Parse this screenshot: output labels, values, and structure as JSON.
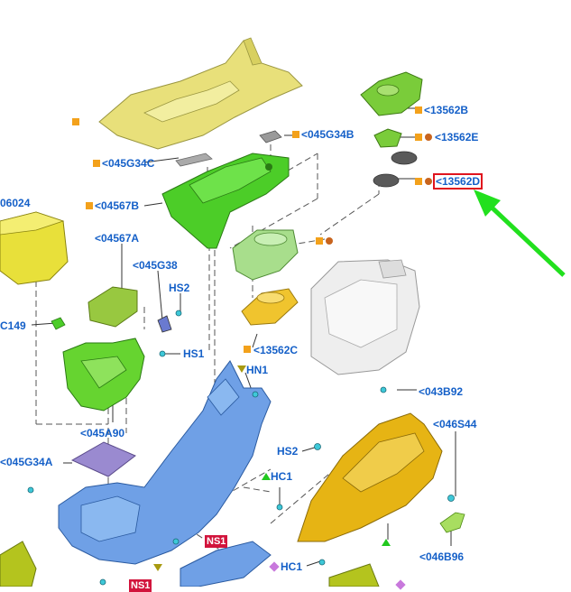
{
  "callouts": {
    "p13562B": "<13562B",
    "p13562E": "<13562E",
    "p13562D": "<13562D",
    "p045G34B": "<045G34B",
    "p045G34C": "<045G34C",
    "p04567B": "<04567B",
    "p06024": "06024",
    "p04567A": "<04567A",
    "p045G38": "<045G38",
    "pHS2a": "HS2",
    "pC149": "C149",
    "pHS1": "HS1",
    "p13562C": "<13562C",
    "p043B92": "<043B92",
    "pHN1": "HN1",
    "p045A90": "<045A90",
    "p046S44": "<046S44",
    "pHS2b": "HS2",
    "pHC1a": "HC1",
    "p045G34A": "<045G34A",
    "p046B96": "<046B96",
    "pHC1b": "HC1",
    "pRed1": "NS1",
    "pRed2": "NS1"
  },
  "colors": {
    "callout_text": "#1560c8",
    "highlight_box": "#e0141e",
    "pointer_arrow": "#22e01e",
    "square_marker": "#f3a11b",
    "circle_marker": "#c8641e",
    "part_yellow": "#e8e07a",
    "part_green": "#4ccd28",
    "part_blue": "#6fa0e6",
    "part_gold": "#e6b414"
  }
}
